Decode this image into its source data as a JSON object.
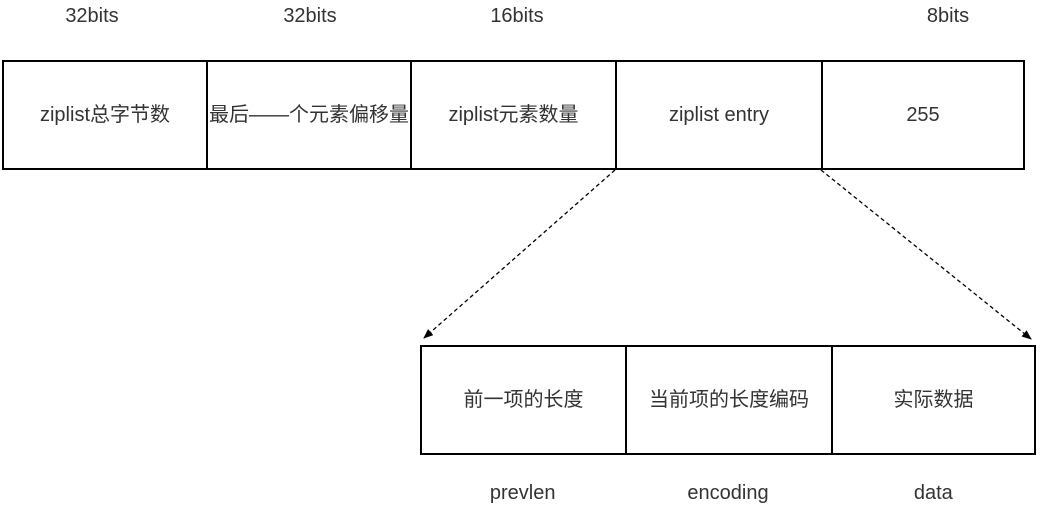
{
  "colors": {
    "border": "#000000",
    "text": "#333333",
    "background": "#ffffff"
  },
  "bit_labels": [
    {
      "label": "32bits"
    },
    {
      "label": "32bits"
    },
    {
      "label": "16bits"
    },
    {
      "label": "8bits"
    }
  ],
  "ziplist_row": {
    "cells": [
      {
        "label": "ziplist总字节数"
      },
      {
        "label": "最后——个元素偏移量"
      },
      {
        "label": "ziplist元素数量"
      },
      {
        "label": "ziplist entry"
      },
      {
        "label": "255"
      }
    ]
  },
  "entry_row": {
    "cells": [
      {
        "label": "前一项的长度"
      },
      {
        "label": "当前项的长度编码"
      },
      {
        "label": "实际数据"
      }
    ]
  },
  "field_labels": [
    {
      "label": "prevlen"
    },
    {
      "label": "encoding"
    },
    {
      "label": "data"
    }
  ]
}
